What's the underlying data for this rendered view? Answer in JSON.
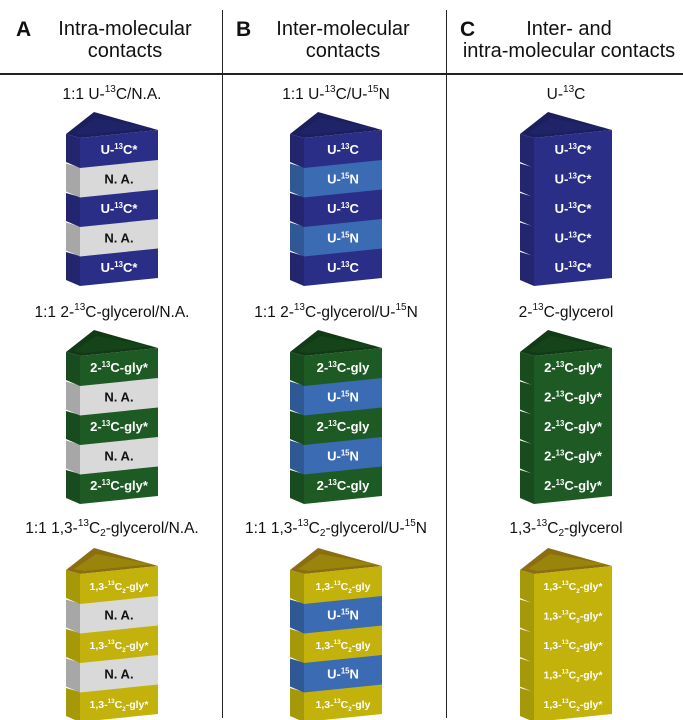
{
  "columns": [
    {
      "letter": "A",
      "title_line1": "Intra-molecular",
      "title_line2": "contacts"
    },
    {
      "letter": "B",
      "title_line1": "Inter-molecular",
      "title_line2": "contacts"
    },
    {
      "letter": "C",
      "title_line1": "Inter- and",
      "title_line2": "intra-molecular contacts"
    }
  ],
  "rows": [
    {
      "cells": [
        {
          "label": "1:1 U-13C/N.A.",
          "layers": [
            {
              "text": "U-13C*",
              "kind": "blue"
            },
            {
              "text": "N. A.",
              "kind": "gray"
            },
            {
              "text": "U-13C*",
              "kind": "blue"
            },
            {
              "text": "N. A.",
              "kind": "gray"
            },
            {
              "text": "U-13C*",
              "kind": "blue"
            }
          ]
        },
        {
          "label": "1:1 U-13C/U-15N",
          "layers": [
            {
              "text": "U-13C",
              "kind": "blue"
            },
            {
              "text": "U-15N",
              "kind": "lightblue"
            },
            {
              "text": "U-13C",
              "kind": "blue"
            },
            {
              "text": "U-15N",
              "kind": "lightblue"
            },
            {
              "text": "U-13C",
              "kind": "blue"
            }
          ]
        },
        {
          "label": "U-13C",
          "layers": [
            {
              "text": "U-13C*",
              "kind": "blue"
            },
            {
              "text": "U-13C*",
              "kind": "blue"
            },
            {
              "text": "U-13C*",
              "kind": "blue"
            },
            {
              "text": "U-13C*",
              "kind": "blue"
            },
            {
              "text": "U-13C*",
              "kind": "blue"
            }
          ]
        }
      ]
    },
    {
      "cells": [
        {
          "label": "1:1 2-13C-glycerol/N.A.",
          "layers": [
            {
              "text": "2-13C-gly*",
              "kind": "green"
            },
            {
              "text": "N. A.",
              "kind": "gray"
            },
            {
              "text": "2-13C-gly*",
              "kind": "green"
            },
            {
              "text": "N. A.",
              "kind": "gray"
            },
            {
              "text": "2-13C-gly*",
              "kind": "green"
            }
          ]
        },
        {
          "label": "1:1 2-13C-glycerol/U-15N",
          "layers": [
            {
              "text": "2-13C-gly",
              "kind": "green"
            },
            {
              "text": "U-15N",
              "kind": "lightblue"
            },
            {
              "text": "2-13C-gly",
              "kind": "green"
            },
            {
              "text": "U-15N",
              "kind": "lightblue"
            },
            {
              "text": "2-13C-gly",
              "kind": "green"
            }
          ]
        },
        {
          "label": "2-13C-glycerol",
          "layers": [
            {
              "text": "2-13C-gly*",
              "kind": "green"
            },
            {
              "text": "2-13C-gly*",
              "kind": "green"
            },
            {
              "text": "2-13C-gly*",
              "kind": "green"
            },
            {
              "text": "2-13C-gly*",
              "kind": "green"
            },
            {
              "text": "2-13C-gly*",
              "kind": "green"
            }
          ]
        }
      ]
    },
    {
      "cells": [
        {
          "label": "1:1 1,3-13C2-glycerol/N.A.",
          "layers": [
            {
              "text": "1,3-13C2-gly*",
              "kind": "yellow"
            },
            {
              "text": "N. A.",
              "kind": "gray"
            },
            {
              "text": "1,3-13C2-gly*",
              "kind": "yellow"
            },
            {
              "text": "N. A.",
              "kind": "gray"
            },
            {
              "text": "1,3-13C2-gly*",
              "kind": "yellow"
            }
          ]
        },
        {
          "label": "1:1 1,3-13C2-glycerol/U-15N",
          "layers": [
            {
              "text": "1,3-13C2-gly",
              "kind": "yellow"
            },
            {
              "text": "U-15N",
              "kind": "lightblue"
            },
            {
              "text": "1,3-13C2-gly",
              "kind": "yellow"
            },
            {
              "text": "U-15N",
              "kind": "lightblue"
            },
            {
              "text": "1,3-13C2-gly",
              "kind": "yellow"
            }
          ]
        },
        {
          "label": "1,3-13C2-glycerol",
          "layers": [
            {
              "text": "1,3-13C2-gly*",
              "kind": "yellow"
            },
            {
              "text": "1,3-13C2-gly*",
              "kind": "yellow"
            },
            {
              "text": "1,3-13C2-gly*",
              "kind": "yellow"
            },
            {
              "text": "1,3-13C2-gly*",
              "kind": "yellow"
            },
            {
              "text": "1,3-13C2-gly*",
              "kind": "yellow"
            }
          ]
        }
      ]
    }
  ],
  "colors": {
    "blue": {
      "front": "#2b2e86",
      "side": "#23266f",
      "top": "#1c1f5e",
      "text": "#ffffff"
    },
    "lightblue": {
      "front": "#3a6bb3",
      "side": "#2f5894",
      "top": "#27497c",
      "text": "#ffffff"
    },
    "gray": {
      "front": "#d9d9d9",
      "side": "#a7a7a7",
      "top": "#8a8a8a",
      "text": "#111111"
    },
    "green": {
      "front": "#1d5a24",
      "side": "#184c1e",
      "top": "#123a17",
      "text": "#ffffff"
    },
    "yellow": {
      "front": "#c2b20b",
      "side": "#a69909",
      "top": "#8a6e10",
      "text": "#ffffff"
    }
  }
}
